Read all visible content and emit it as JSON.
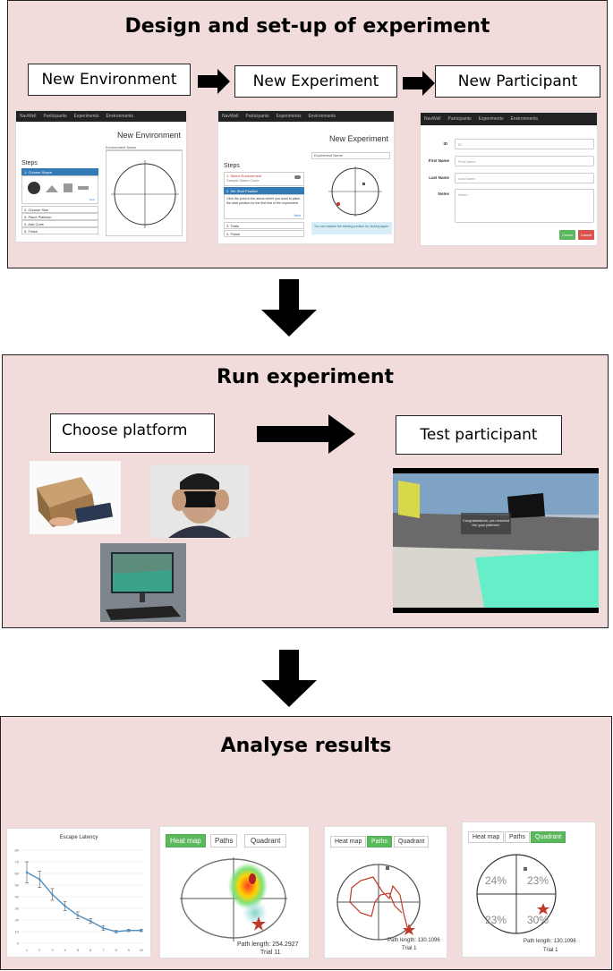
{
  "panel1": {
    "title": "Design and set-up of experiment",
    "box_env": "New Environment",
    "box_exp": "New Experiment",
    "box_part": "New Participant",
    "shot_env": {
      "nav_brand": "NavWell",
      "nav_items": [
        "Participants",
        "Experiments",
        "Environments"
      ],
      "heading": "New Environment",
      "field": "Environment Name",
      "steps_title": "Steps",
      "steps": [
        "1. Choose Shape",
        "2. Choose Size",
        "3. Place Platform",
        "4. Add Cues",
        "5. Finish"
      ],
      "next": "Next"
    },
    "shot_exp": {
      "nav_brand": "NavWell",
      "nav_items": [
        "Participants",
        "Experiments",
        "Environments"
      ],
      "heading": "New Experiment",
      "field": "Experiment Name",
      "steps_title": "Steps",
      "steps": [
        "1. Select Environment",
        "2. Set Start Position",
        "3. Trials",
        "4. Finish"
      ],
      "step1_sub": "Sample Water Circle",
      "instruction": "Click the point in the arena where you want to place the start position for the first trial of the experiment.",
      "next": "Next",
      "note": "You can replace the starting position by clicking again"
    },
    "shot_part": {
      "nav_brand": "NavWell",
      "nav_items": [
        "Participants",
        "Experiments",
        "Environments"
      ],
      "labels": [
        "ID",
        "First Name",
        "Last Name",
        "Notes"
      ],
      "placeholders": [
        "ID",
        "First Name",
        "Last Name",
        "Notes"
      ],
      "create": "Create",
      "cancel": "Cancel"
    }
  },
  "panel2": {
    "title": "Run experiment",
    "box_choose": "Choose platform",
    "box_test": "Test participant",
    "vr_message": "Congratulations, you reached the goal platform!"
  },
  "panel3": {
    "title": "Analyse results",
    "latency": {
      "title": "Escape Latency",
      "y_ticks": [
        "80",
        "70",
        "60",
        "50",
        "40",
        "30",
        "20",
        "10",
        "0"
      ],
      "x_ticks": [
        "1",
        "2",
        "3",
        "4",
        "5",
        "6",
        "7",
        "8",
        "9",
        "10"
      ]
    },
    "heatmap_card": {
      "tabs": [
        "Heat map",
        "Paths",
        "Quadrant"
      ],
      "active": 0,
      "path_length": "Path length: 254.2927",
      "trial": "Trial 11"
    },
    "paths_card": {
      "tabs": [
        "Heat map",
        "Paths",
        "Quadrant"
      ],
      "active": 1,
      "path_length": "Path length: 130.1096",
      "trial": "Trial 1"
    },
    "quadrant_card": {
      "tabs": [
        "Heat map",
        "Paths",
        "Quadrant"
      ],
      "active": 2,
      "quadrants": [
        "24%",
        "23%",
        "23%",
        "30%"
      ],
      "path_length": "Path length: 130.1096",
      "trial": "Trial 1"
    }
  },
  "chart_data": {
    "type": "line",
    "title": "Escape Latency",
    "x": [
      1,
      2,
      3,
      4,
      5,
      6,
      7,
      8,
      9,
      10
    ],
    "values": [
      61,
      55,
      42,
      32,
      24,
      19,
      13,
      10,
      11,
      11
    ],
    "errors": [
      9,
      7,
      5,
      4,
      3,
      2,
      2,
      1,
      1,
      1
    ],
    "ylim": [
      0,
      80
    ],
    "grid": true
  },
  "colors": {
    "panel_bg": "#f2dcdb",
    "green": "#5cb85c",
    "blue": "#337ab7",
    "line": "#4a90c8",
    "path_red": "#c0392b"
  }
}
